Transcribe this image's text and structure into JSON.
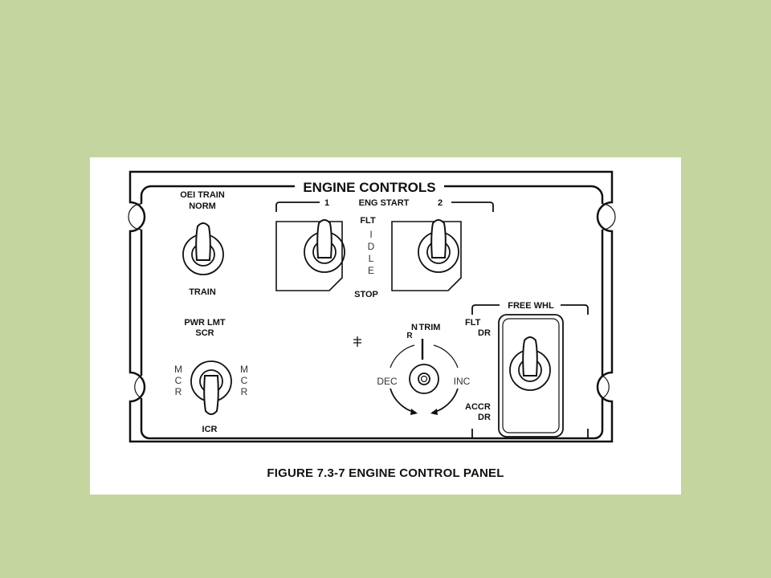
{
  "panel": {
    "title": "ENGINE CONTROLS",
    "caption": "FIGURE 7.3-7  ENGINE CONTROL PANEL"
  },
  "oei_switch": {
    "label_top_1": "OEI TRAIN",
    "label_top_2": "NORM",
    "label_bottom": "TRAIN"
  },
  "eng_start": {
    "label": "ENG START",
    "label_1": "1",
    "label_2": "2",
    "pos_flt": "FLT",
    "pos_idle_letters": [
      "I",
      "D",
      "L",
      "E"
    ],
    "pos_stop": "STOP"
  },
  "pwr_lmt": {
    "label_1": "PWR LMT",
    "label_2": "SCR",
    "left_letters": [
      "M",
      "C",
      "R"
    ],
    "right_letters": [
      "M",
      "C",
      "R"
    ],
    "label_bottom": "ICR"
  },
  "nr_trim": {
    "label_n": "N",
    "label_sub": "R",
    "label_trim": "TRIM",
    "dec": "DEC",
    "inc": "INC"
  },
  "free_whl": {
    "label": "FREE WHL",
    "flt_1": "FLT",
    "flt_2": "DR",
    "accr_1": "ACCR",
    "accr_2": "DR"
  }
}
